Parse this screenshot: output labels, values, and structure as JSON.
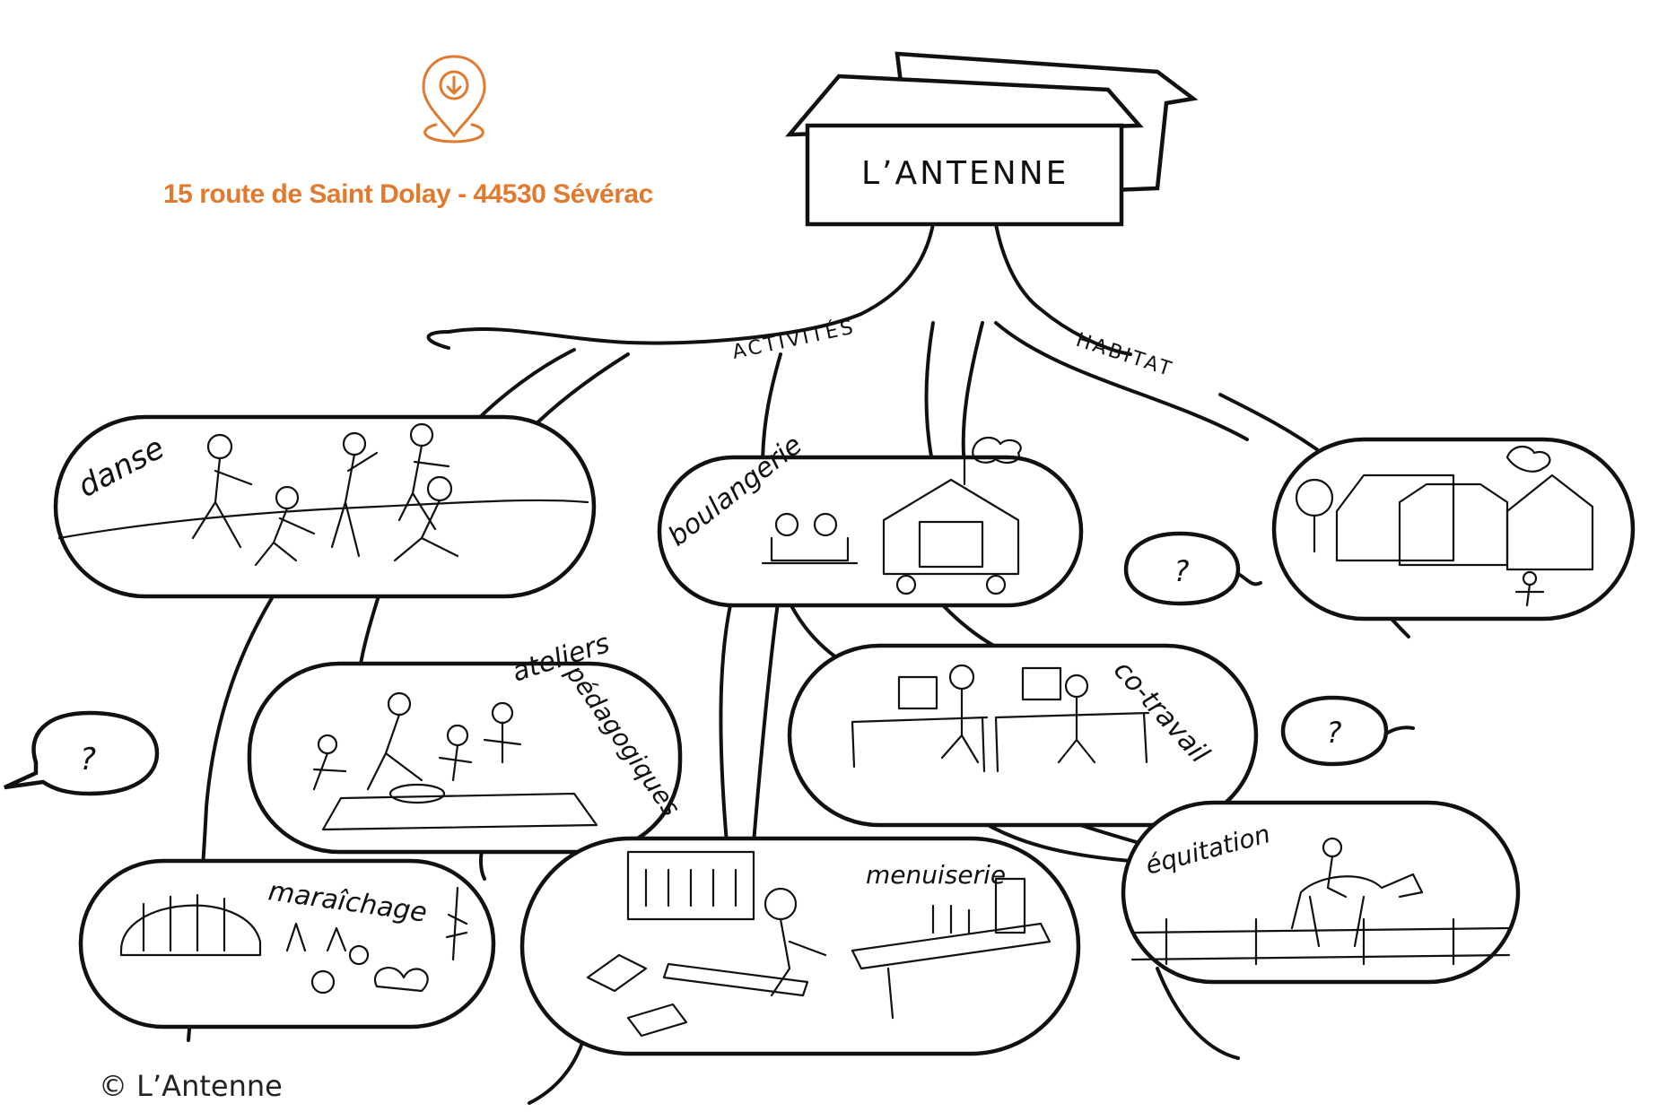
{
  "address": "15 route de Saint Dolay - 44530 Sévérac",
  "copyright": "© L’Antenne",
  "accent_color": "#e07a2e",
  "location_icon": "map-pin-download-icon",
  "center": {
    "label": "L’ANTENNE"
  },
  "branches": {
    "activities": "ACTIVITÉS",
    "housing": "HABITAT"
  },
  "nodes": {
    "danse": "danse",
    "boulangerie": "boulangerie",
    "ateliers_line1": "ateliers",
    "ateliers_line2": "pédagogiques",
    "cotravail": "co-travail",
    "maraichage": "maraîchage",
    "menuiserie": "menuiserie",
    "equitation": "équitation"
  },
  "question_marks": [
    "?",
    "?",
    "?"
  ]
}
